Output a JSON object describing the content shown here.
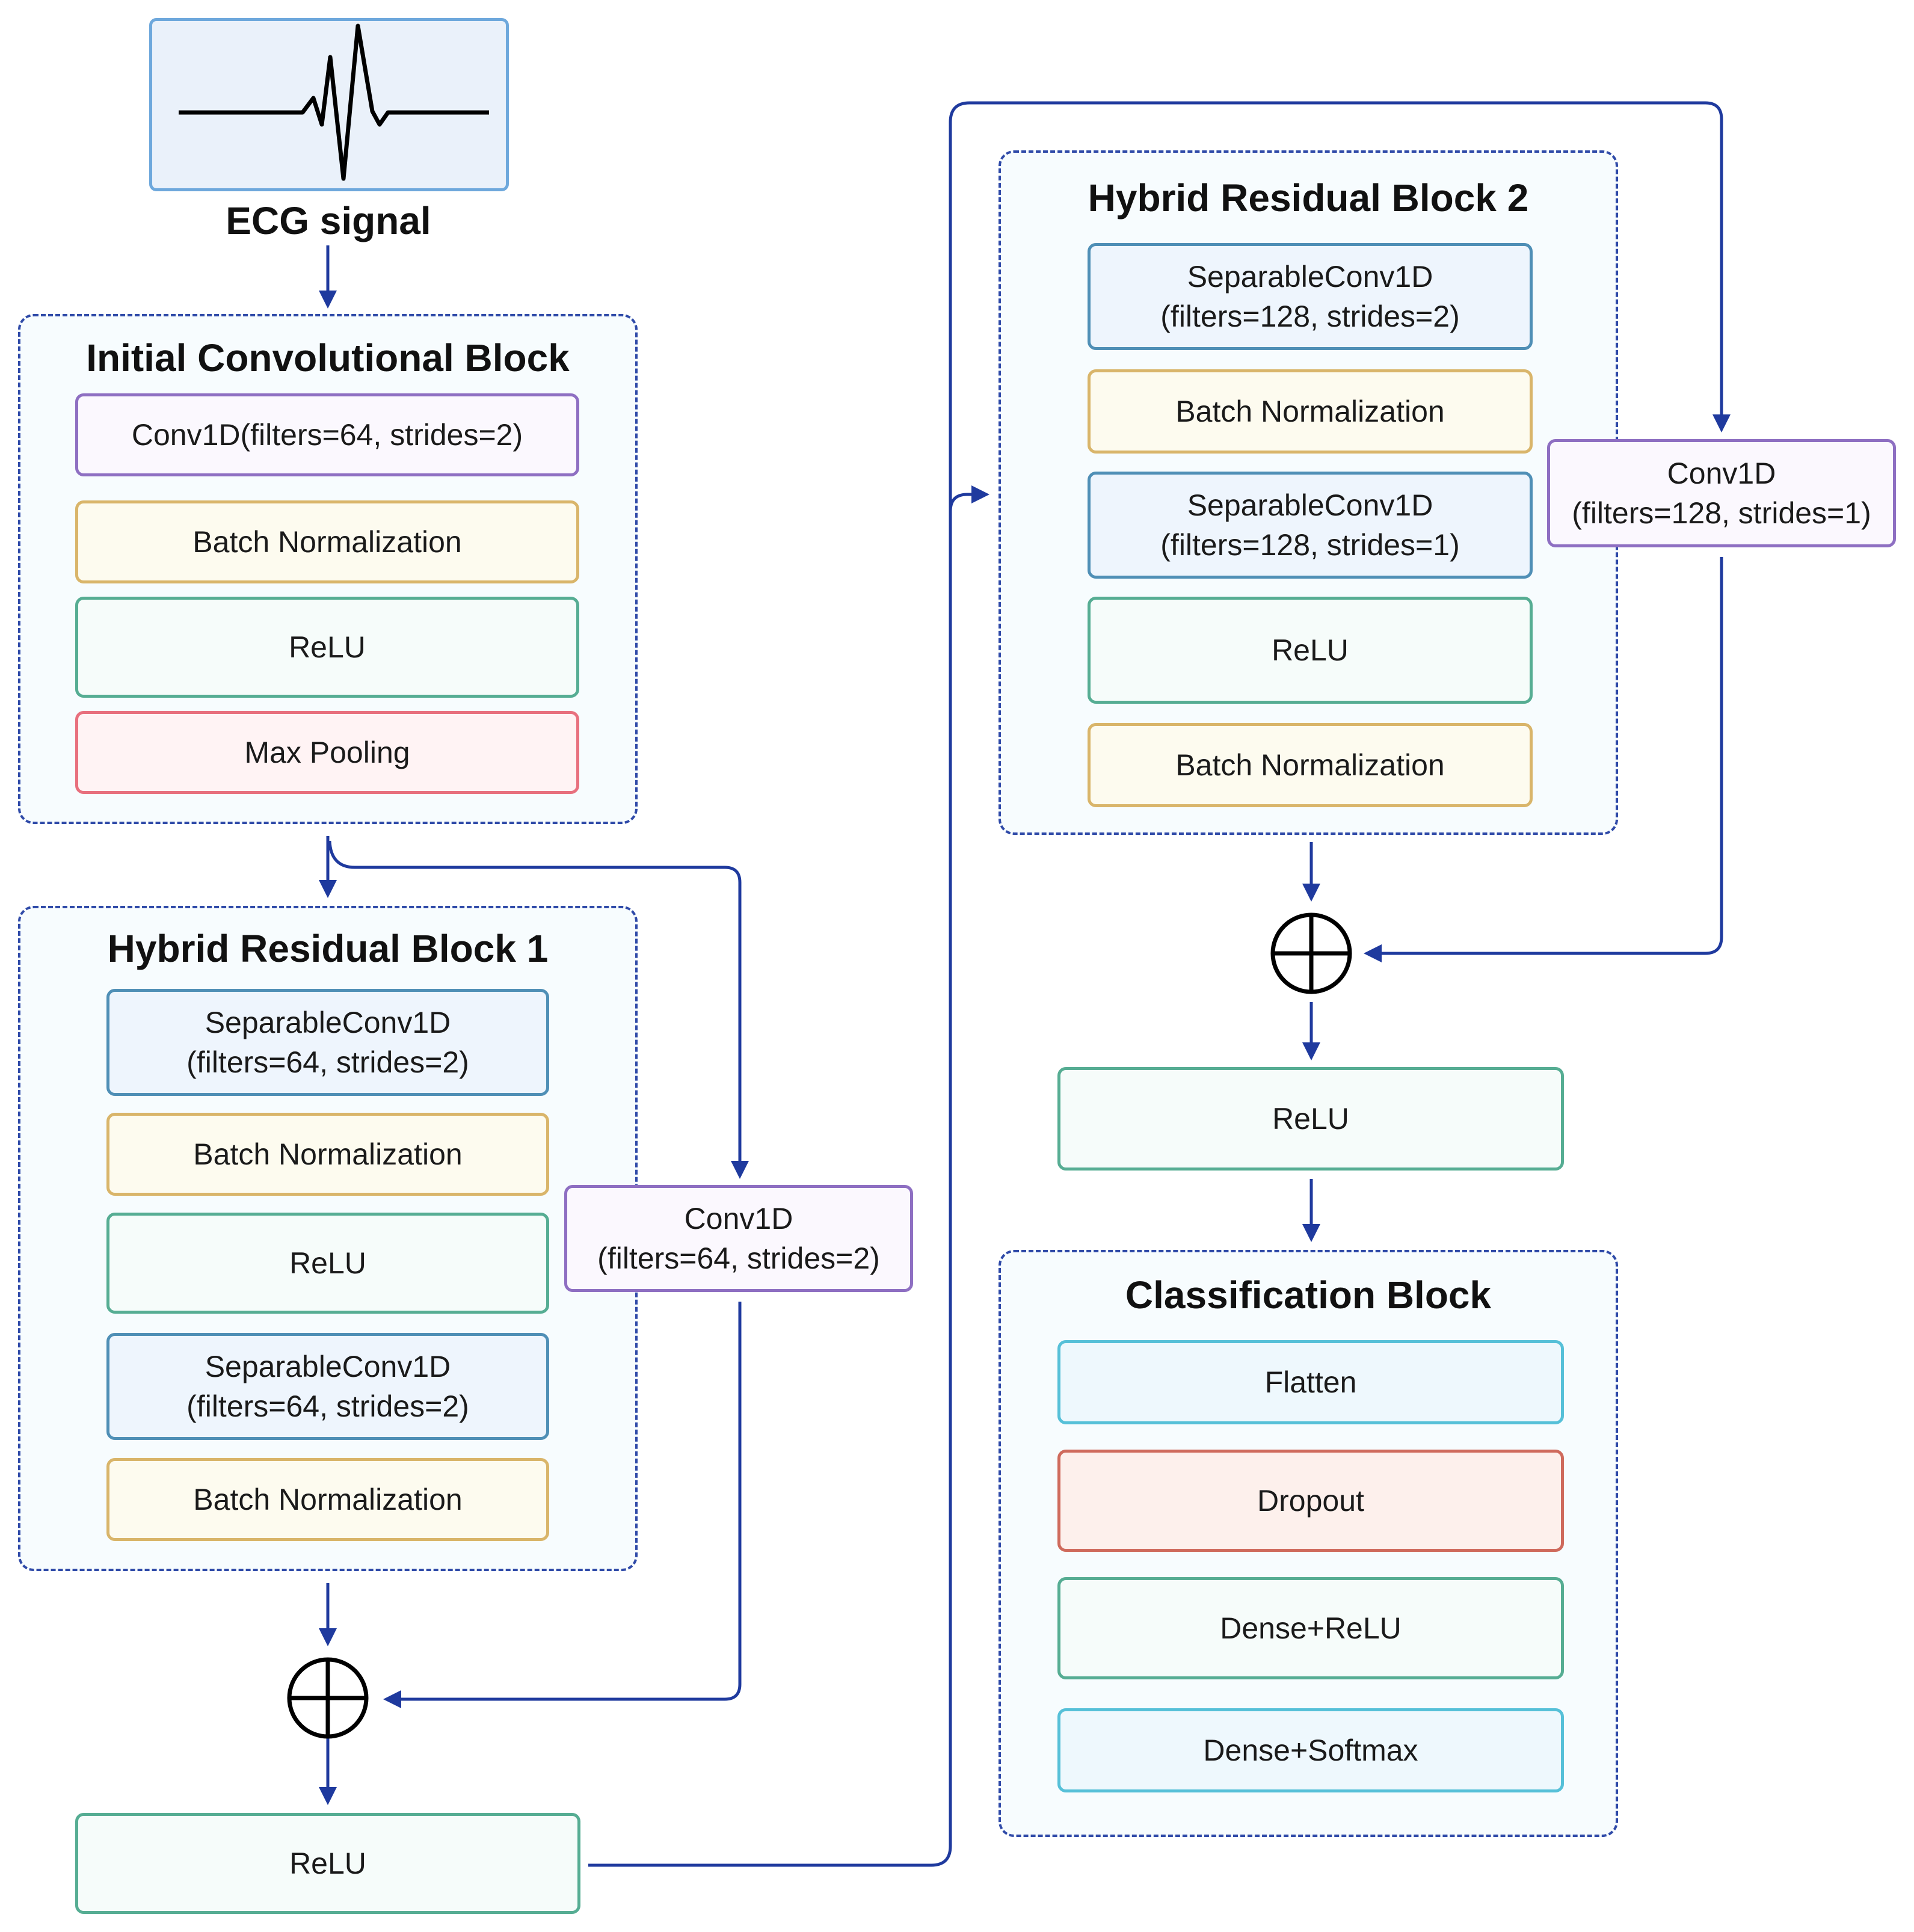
{
  "input": {
    "label": "ECG signal",
    "icon": "ecg-waveform-icon"
  },
  "initial_block": {
    "title": "Initial Convolutional Block",
    "layers": [
      "Conv1D(filters=64, strides=2)",
      "Batch Normalization",
      "ReLU",
      "Max Pooling"
    ]
  },
  "residual_block_1": {
    "title": "Hybrid Residual Block 1",
    "layers": [
      "SeparableConv1D\n(filters=64, strides=2)",
      "Batch Normalization",
      "ReLU",
      "SeparableConv1D\n(filters=64, strides=2)",
      "Batch Normalization"
    ],
    "shortcut": "Conv1D\n(filters=64, strides=2)",
    "output": "ReLU"
  },
  "residual_block_2": {
    "title": "Hybrid Residual Block 2",
    "layers": [
      "SeparableConv1D\n(filters=128, strides=2)",
      "Batch Normalization",
      "SeparableConv1D\n(filters=128, strides=1)",
      "ReLU",
      "Batch Normalization"
    ],
    "shortcut": "Conv1D\n(filters=128, strides=1)",
    "output": "ReLU"
  },
  "classification_block": {
    "title": "Classification Block",
    "layers": [
      "Flatten",
      "Dropout",
      "Dense+ReLU",
      "Dense+Softmax"
    ]
  },
  "colors": {
    "arrow": "#1f3a9e",
    "group_border": "#2f4aa8"
  }
}
